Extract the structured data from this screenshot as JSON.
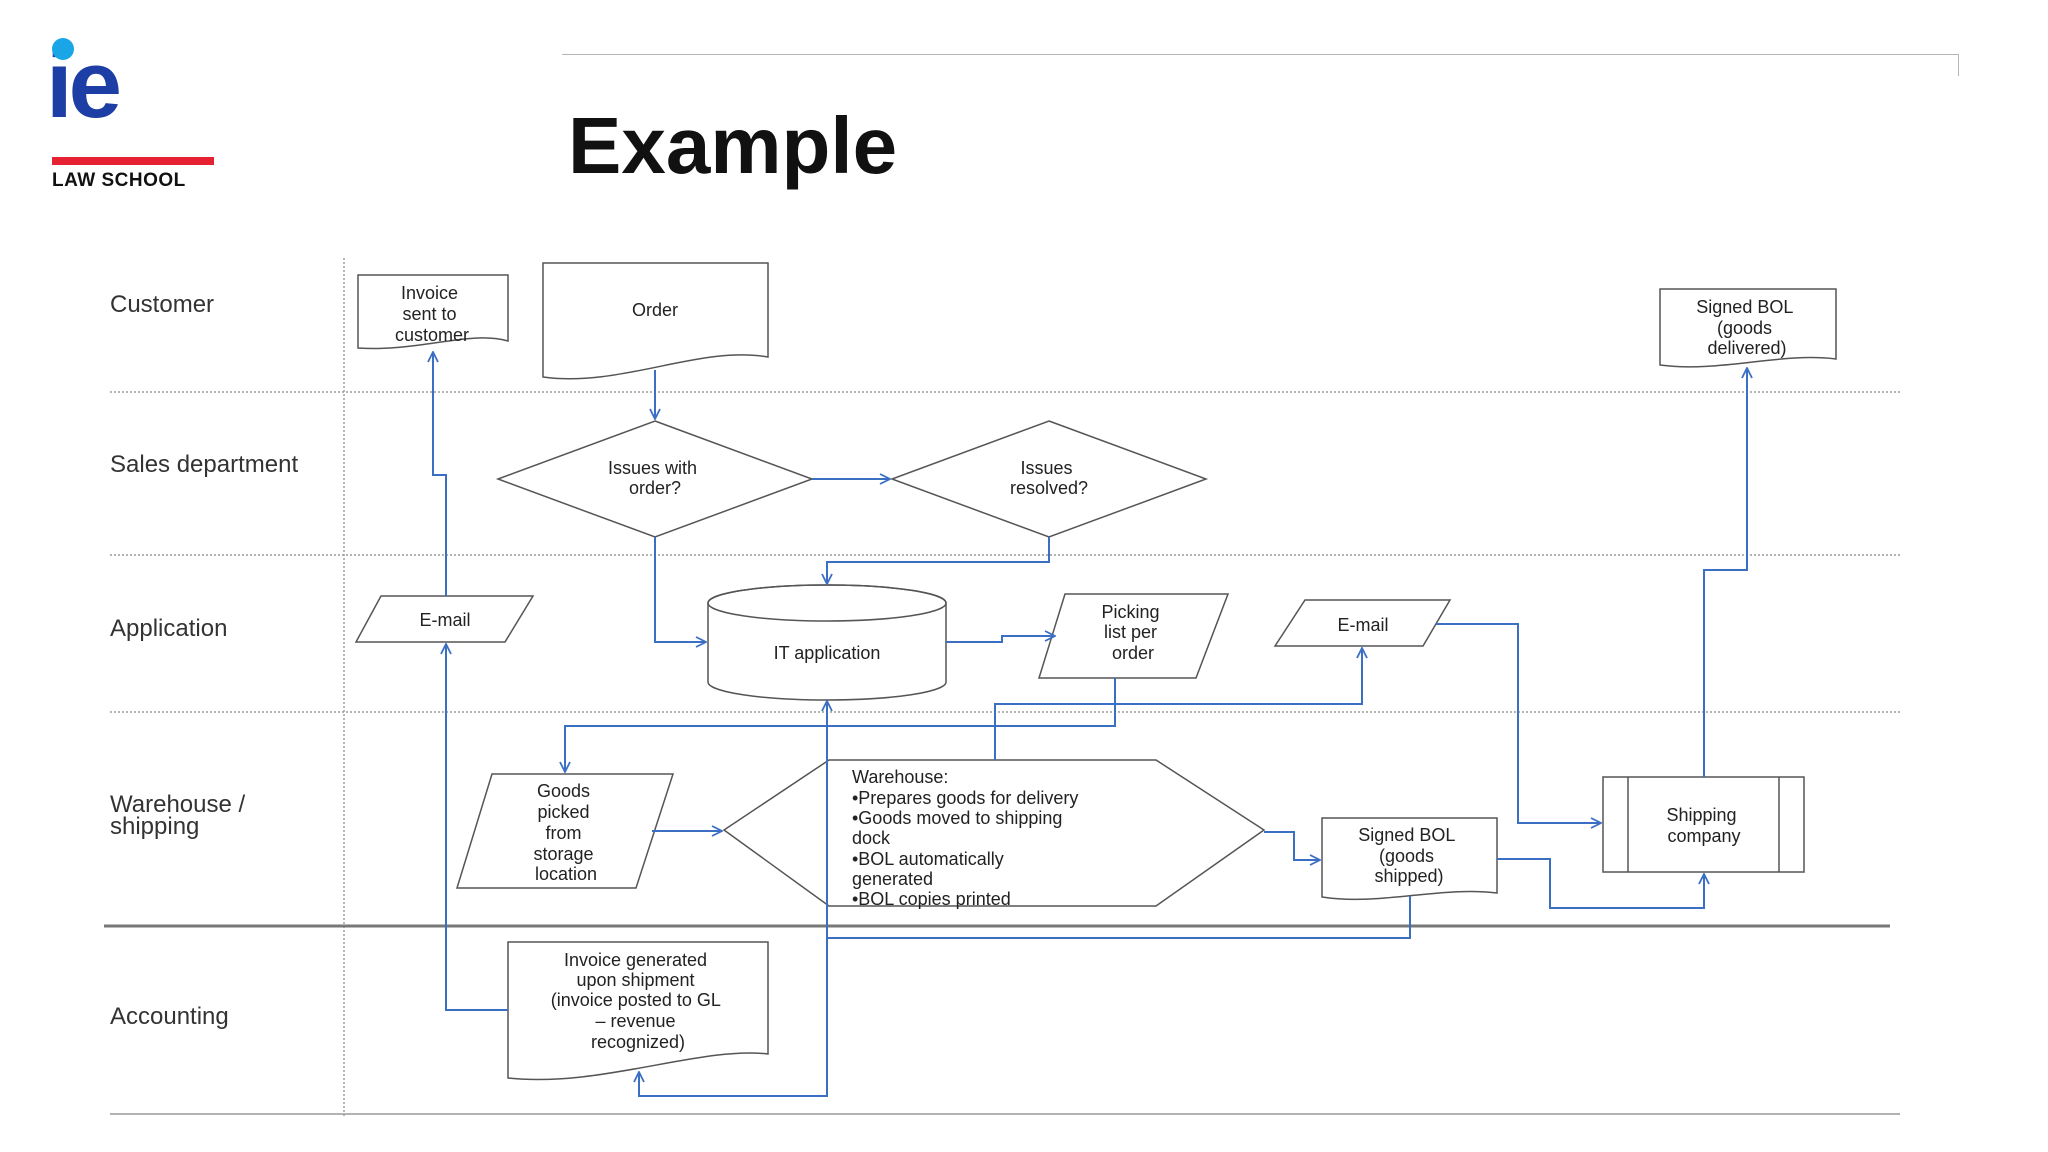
{
  "header": {
    "logo_mark": "ie",
    "logo_subtitle": "LAW SCHOOL",
    "title": "Example"
  },
  "colors": {
    "logo_blue": "#1d3ea5",
    "logo_dot": "#1aa6e6",
    "logo_red": "#e62131",
    "flow_line": "#3b6fc4",
    "shape_stroke": "#555555"
  },
  "diagram": {
    "lanes": {
      "customer": "Customer",
      "sales": "Sales department",
      "application": "Application",
      "warehouse_1": "Warehouse /",
      "warehouse_2": "shipping",
      "accounting": "Accounting"
    },
    "nodes": {
      "invoice_sent": [
        "Invoice",
        "sent to",
        "customer"
      ],
      "order": [
        "Order"
      ],
      "signed_bol_delivered": [
        "Signed BOL",
        "(goods",
        "delivered)"
      ],
      "issues_with_order": [
        "Issues with",
        "order?"
      ],
      "issues_resolved": [
        "Issues",
        "resolved?"
      ],
      "email_left": [
        "E-mail"
      ],
      "it_application": [
        "IT application"
      ],
      "picking_list": [
        "Picking",
        "list per",
        "order"
      ],
      "email_right": [
        "E-mail"
      ],
      "goods_picked": [
        "Goods",
        "picked",
        "from",
        "storage",
        "location"
      ],
      "warehouse_tasks": [
        "Warehouse:",
        "•Prepares goods for delivery",
        "•Goods moved to shipping",
        "dock",
        "•BOL automatically",
        "generated",
        "•BOL copies printed"
      ],
      "signed_bol_shipped": [
        "Signed BOL",
        "(goods",
        "shipped)"
      ],
      "shipping_company": [
        "Shipping",
        "company"
      ],
      "invoice_generated": [
        "Invoice generated",
        "upon shipment",
        "(invoice posted to GL",
        "– revenue",
        "recognized)"
      ]
    }
  }
}
